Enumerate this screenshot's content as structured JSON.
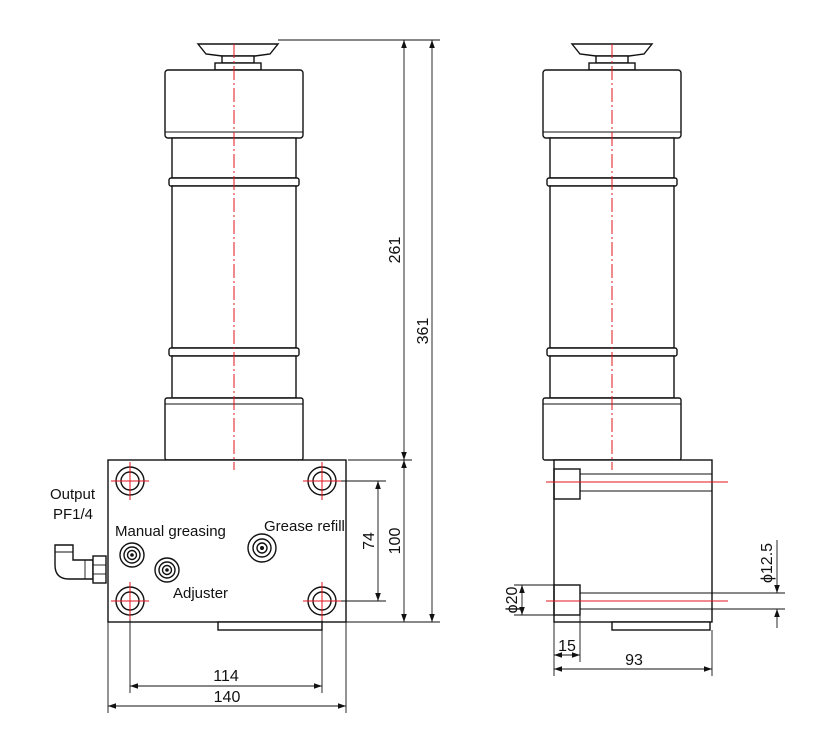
{
  "labels": {
    "output": "Output",
    "output_thread": "PF1/4",
    "manual_greasing": "Manual greasing",
    "grease_refill": "Grease refill",
    "adjuster": "Adjuster"
  },
  "dimensions": {
    "reservoir_height": "261",
    "total_height": "361",
    "mount_hole_spacing_vertical": "74",
    "block_height": "100",
    "mount_hole_spacing_horizontal": "114",
    "block_width": "140",
    "counterbore_diameter": "ϕ20",
    "hole_diameter": "ϕ12.5",
    "counterbore_depth": "15",
    "block_depth": "93"
  },
  "colors": {
    "line": "#111111",
    "centerline": "#e0141e"
  }
}
